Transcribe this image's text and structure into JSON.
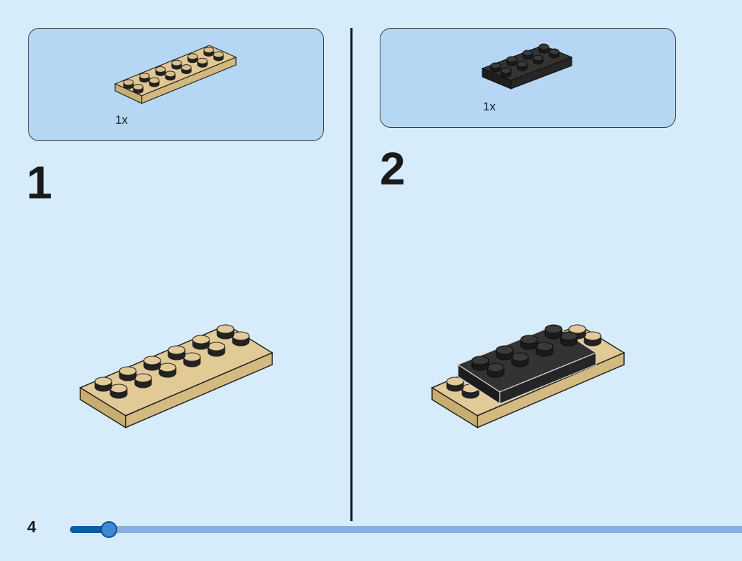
{
  "page": {
    "number": "4",
    "progress": 0.058
  },
  "steps": [
    {
      "number": "1",
      "parts": [
        {
          "quantity": "1x",
          "piece": "plate-2x6",
          "color": "#d9c08b"
        }
      ]
    },
    {
      "number": "2",
      "parts": [
        {
          "quantity": "1x",
          "piece": "plate-2x4",
          "color": "#2a2a2a"
        }
      ]
    }
  ],
  "colors": {
    "tan": "#d9c08b",
    "black": "#2a2a2a",
    "panel": "#b5d7f4",
    "background": "#d6ecfb"
  }
}
